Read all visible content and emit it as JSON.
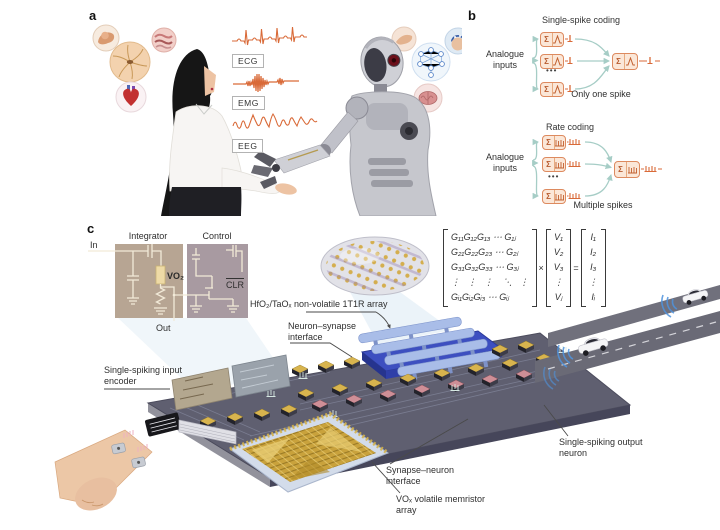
{
  "figure": {
    "panel_a_label": "a",
    "panel_b_label": "b",
    "panel_c_label": "c"
  },
  "panel_a": {
    "signal_labels": {
      "ecg": "ECG",
      "emg": "EMG",
      "eeg": "EEG"
    },
    "icons_left": [
      "muscle-icon",
      "skin-tissue-icon",
      "skin-pore-icon",
      "heart-icon"
    ],
    "icons_right": [
      "hand-icon",
      "eeg-cap-icon",
      "neural-network-icon",
      "brain-icon"
    ],
    "colors": {
      "waveform": "#d96a38"
    }
  },
  "panel_b": {
    "neuron_sigma": "Σ",
    "ellipsis": "•••",
    "single_spike": {
      "title": "Single-spike coding",
      "input_label": "Analogue inputs",
      "annotation": "Only one spike"
    },
    "rate": {
      "title": "Rate coding",
      "input_label": "Analogue inputs",
      "annotation": "Multiple spikes"
    },
    "colors": {
      "neuron_border": "#dd8a5f",
      "neuron_fill": "#fbe7d8",
      "arrow": "#a6cdc6",
      "spike": "#d96a38"
    }
  },
  "panel_c": {
    "circuit": {
      "integrator": "Integrator",
      "control": "Control",
      "in": "In",
      "out": "Out",
      "vo2": "VO₂",
      "clr": "CLR"
    },
    "matrix": {
      "g_rows": [
        "G₁₁G₁₂G₁₃ ⋯ G₁ⱼ",
        "G₂₁G₂₂G₂₃ ⋯ G₂ⱼ",
        "G₃₁G₃₂G₃₃ ⋯ G₃ⱼ",
        "⋮   ⋮   ⋮    ⋱   ⋮",
        "Gᵢ₁Gᵢ₂Gᵢ₃ ⋯ Gᵢⱼ"
      ],
      "v_rows": [
        "V₁",
        "V₂",
        "V₃",
        "⋮",
        "Vⱼ"
      ],
      "i_rows": [
        "I₁",
        "I₂",
        "I₃",
        "⋮",
        "Iᵢ"
      ],
      "times": "×",
      "equals": "="
    },
    "labels": {
      "tr_array": "HfO₂/TaOₓ non-volatile 1T1R array",
      "neuron_synapse": "Neuron–synapse interface",
      "input_encoder": "Single-spiking input encoder",
      "memristor_array": "VOₓ volatile memristor array",
      "synapse_neuron": "Synapse–neuron interface",
      "output_neuron": "Single-spiking output neuron"
    },
    "colors": {
      "board": "#5f5f70",
      "tr_array_blue": "#4053c0",
      "memristor_gold": "#c9a23c"
    }
  }
}
